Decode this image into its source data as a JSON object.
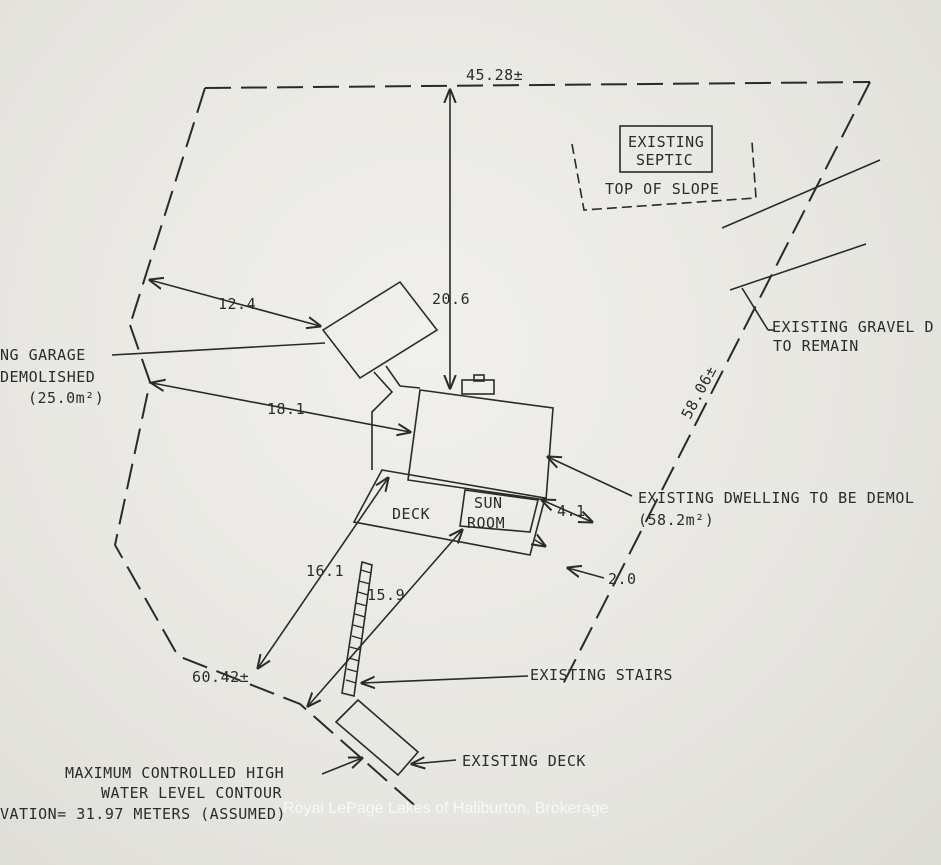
{
  "dimensions": {
    "top_width": "45.28±",
    "east_side": "58.06±",
    "shoreline": "60.42±",
    "garage_setback_west": "12.4",
    "dwelling_setback_north": "20.6",
    "dwelling_setback_west": "18.1",
    "dwelling_setback_east": "4.1",
    "deck_setback_east": "2.0",
    "setback_16": "16.1",
    "setback_15": "15.9"
  },
  "labels": {
    "septic_line1": "EXISTING",
    "septic_line2": "SEPTIC",
    "top_of_slope": "TOP OF SLOPE",
    "gravel_line1": "EXISTING GRAVEL D",
    "gravel_line2": "TO REMAIN",
    "garage_line1": "NG GARAGE",
    "garage_line2": "DEMOLISHED",
    "garage_area": "(25.0m²)",
    "dwelling_line1": "EXISTING DWELLING TO BE DEMOL",
    "dwelling_area": "(58.2m²)",
    "deck": "DECK",
    "sunroom_line1": "SUN",
    "sunroom_line2": "ROOM",
    "stairs": "EXISTING STAIRS",
    "existing_deck": "EXISTING DECK",
    "water_line1": "MAXIMUM CONTROLLED HIGH",
    "water_line2": "WATER LEVEL CONTOUR",
    "water_line3": "VATION= 31.97 METERS (ASSUMED)"
  },
  "watermark": "Royal LePage Lakes of Haliburton, Brokerage"
}
